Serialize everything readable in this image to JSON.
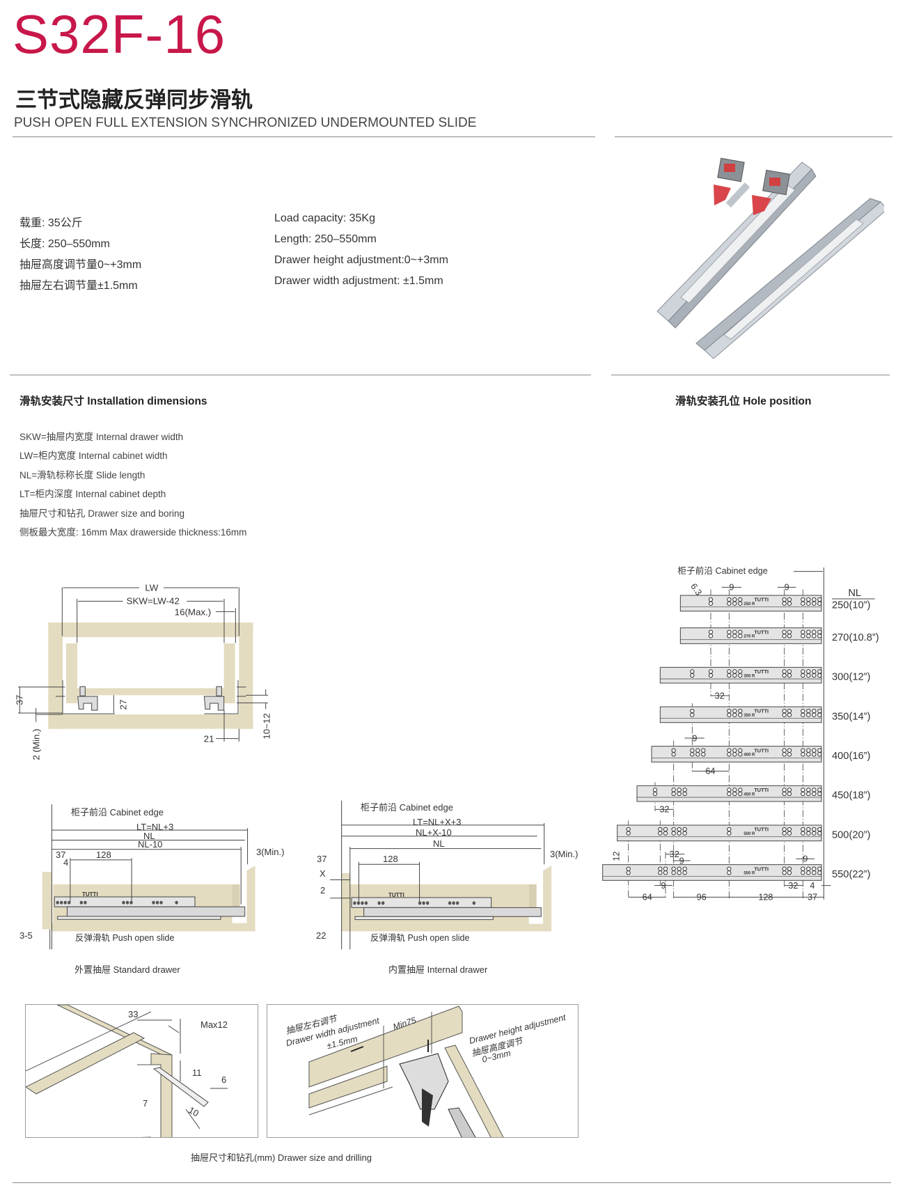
{
  "header": {
    "model": "S32F-16",
    "title_cn": "三节式隐藏反弹同步滑轨",
    "title_en": "PUSH OPEN FULL EXTENSION SYNCHRONIZED UNDERMOUNTED SLIDE"
  },
  "specs_cn": [
    "载重: 35公斤",
    "长度: 250–550mm",
    "抽屉高度调节量0~+3mm",
    "抽屉左右调节量±1.5mm"
  ],
  "specs_en": [
    "Load capacity: 35Kg",
    "Length: 250–550mm",
    "Drawer height adjustment:0~+3mm",
    "Drawer width adjustment: ±1.5mm"
  ],
  "sections": {
    "install": "滑轨安装尺寸 Installation dimensions",
    "holes": "滑轨安装孔位 Hole position"
  },
  "definitions": [
    "SKW=抽屉内宽度   Internal drawer width",
    "LW=柜内宽度   Internal cabinet width",
    "NL=滑轨标称长度   Slide length",
    "LT=柜内深度   Internal cabinet depth",
    "抽屉尺寸和钻孔   Drawer size and boring",
    "侧板最大宽度: 16mm     Max drawerside thickness:16mm"
  ],
  "cross_section": {
    "lw": "LW",
    "skw": "SKW=LW-42",
    "max16": "16(Max.)",
    "d37": "37",
    "d27": "27",
    "min2": "2 (Min.)",
    "d21": "21",
    "d1012": "10~12"
  },
  "standard_drawer": {
    "edge": "柜子前沿 Cabinet edge",
    "lt": "LT=NL+3",
    "nl": "NL",
    "nl10": "NL-10",
    "min3": "3(Min.)",
    "d37": "37",
    "d128": "128",
    "d4": "4",
    "d35": "3-5",
    "slide": "反弹滑轨  Push open slide",
    "caption": "外置抽屉 Standard drawer",
    "logo": "TUTTI"
  },
  "internal_drawer": {
    "edge": "柜子前沿 Cabinet edge",
    "lt": "LT=NL+X+3",
    "nlx": "NL+X-10",
    "nl": "NL",
    "min3": "3(Min.)",
    "d37": "37",
    "d128": "128",
    "x": "X",
    "d2": "2",
    "d22": "22",
    "slide": "反弹滑轨  Push open slide",
    "caption": "内置抽屉 Internal drawer",
    "logo": "TUTTI"
  },
  "drilling": {
    "d33": "33",
    "max12": "Max12",
    "d11": "11",
    "d6": "6",
    "d7": "7",
    "d10": "10",
    "width_cn": "抽屉左右调节",
    "width_en": "Drawer width adjustment",
    "width_val": "±1.5mm",
    "min75": "Min75",
    "height_en": "Drawer height adjustment",
    "height_cn": "抽屉高度调节",
    "height_val": "0~3mm",
    "caption": "抽屉尺寸和钻孔(mm)  Drawer size and drilling"
  },
  "hole_position": {
    "edge": "柜子前沿  Cabinet edge",
    "nl_header": "NL",
    "logo": "TUTTI",
    "rails": [
      {
        "label": "250(10”)",
        "code": "250  R"
      },
      {
        "label": "270(10.8”)",
        "code": "270  R"
      },
      {
        "label": "300(12”)",
        "code": "300  R"
      },
      {
        "label": "350(14”)",
        "code": "350  R"
      },
      {
        "label": "400(16”)",
        "code": "400  R"
      },
      {
        "label": "450(18”)",
        "code": "450  R"
      },
      {
        "label": "500(20”)",
        "code": "500  R"
      },
      {
        "label": "550(22”)",
        "code": "550  R"
      }
    ],
    "dims": [
      "6.3",
      "9",
      "9",
      "32",
      "9",
      "64",
      "32",
      "12",
      "32",
      "9",
      "9",
      "9",
      "32",
      "4",
      "64",
      "96",
      "128",
      "37"
    ]
  },
  "colors": {
    "accent": "#c8174a",
    "wood": "#e3dcc0",
    "rail": "#e4e4e4"
  }
}
